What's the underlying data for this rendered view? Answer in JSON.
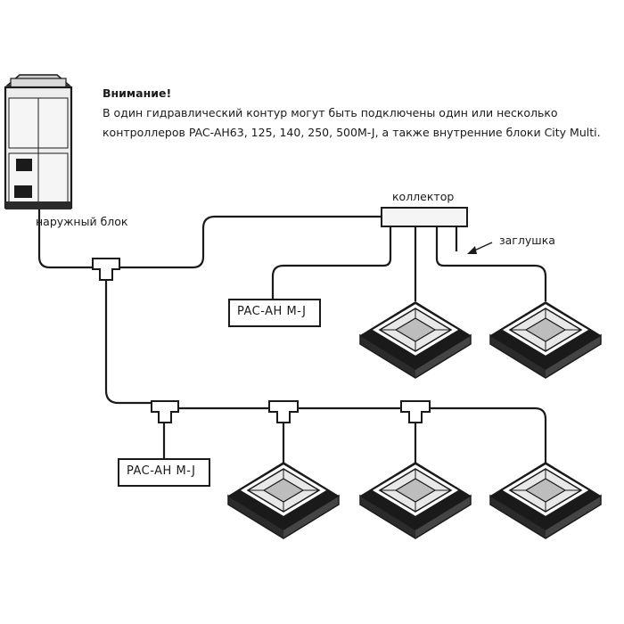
{
  "note": {
    "title": "Внимание!",
    "lines": [
      "В один гидравлический контур могут быть подключены один или несколько",
      "контроллеров PAC-AH63, 125, 140, 250, 500M-J, а также внутренние блоки City Multi."
    ]
  },
  "labels": {
    "outdoor_unit": "наружный блок",
    "collector": "коллектор",
    "plug": "заглушка",
    "controller_upper": "PAC-AH M-J",
    "controller_lower": "PAC-AH M-J"
  },
  "colors": {
    "line": "#1a1a1a",
    "unit_fill": "#2b2b2b",
    "background": "#ffffff"
  },
  "icons": {
    "outdoor_unit": "outdoor-condenser-icon",
    "indoor_unit": "ceiling-cassette-icon",
    "tee": "pipe-tee-icon",
    "plug_arrow": "arrow-icon"
  }
}
